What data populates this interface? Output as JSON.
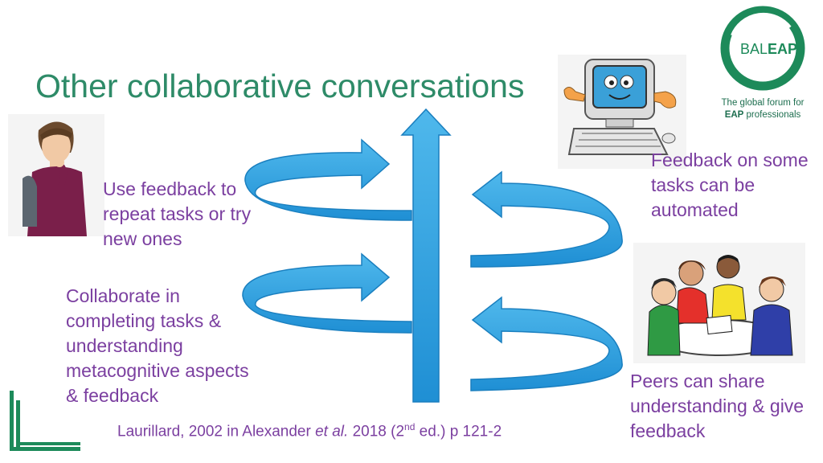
{
  "slide": {
    "title": "Other collaborative conversations",
    "notes": {
      "repeat_tasks": "Use feedback to repeat tasks or try new ones",
      "collaborate": "Collaborate in completing tasks & understanding metacognitive aspects & feedback",
      "automated": "Feedback on some tasks can be automated",
      "peers": "Peers can share understanding & give feedback"
    },
    "citation": {
      "author_year": "Laurillard, 2002 in Alexander ",
      "et_al": "et al.",
      "year": " 2018 (2",
      "sup": "nd",
      "rest": " ed.) p 121-2"
    }
  },
  "logo": {
    "name_light": "BAL",
    "name_bold": "EAP",
    "tagline_1": "The global forum for",
    "tagline_bold": "EAP",
    "tagline_2": " professionals"
  },
  "colors": {
    "title": "#2e8b68",
    "note_text": "#7b3fa0",
    "arrow_blue": "#29a3e0",
    "arrow_blue_dark": "#1a7fbf",
    "logo_green": "#1d8a5a"
  },
  "icons": [
    "thinking-person-image",
    "smiling-computer-image",
    "group-discussion-image",
    "balpeap-logo",
    "corner-mark"
  ]
}
